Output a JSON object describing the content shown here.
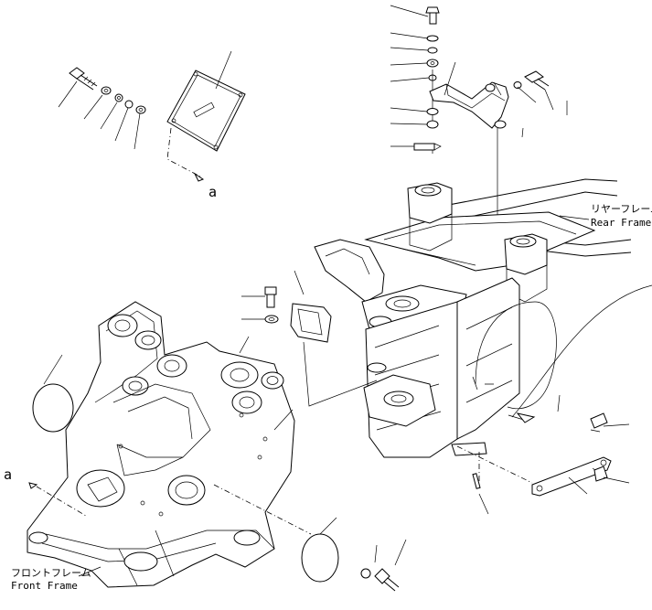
{
  "labels": {
    "rear_frame_jp": "リヤーフレーム",
    "rear_frame_en": "Rear Frame",
    "front_frame_jp": "フロントフレーム",
    "front_frame_en": "Front Frame",
    "ref_a_top": "a",
    "ref_a_left": "a"
  },
  "colors": {
    "ink": "#000000",
    "paper": "#ffffff"
  }
}
